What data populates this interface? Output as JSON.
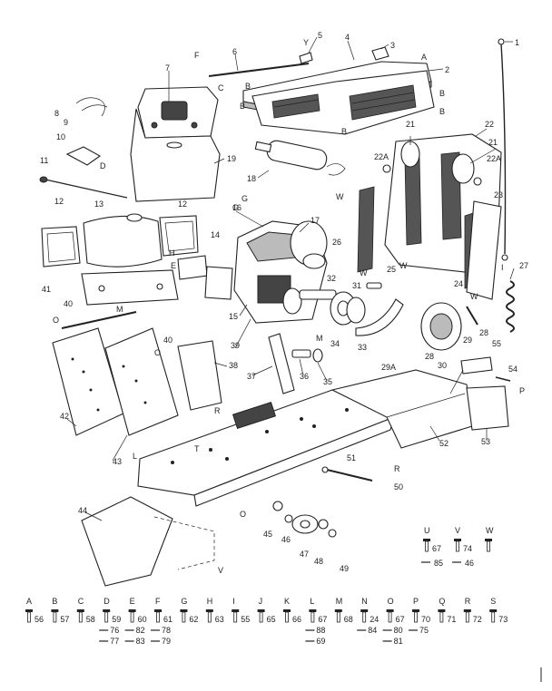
{
  "callouts": {
    "c1": "1",
    "c2": "2",
    "c3": "3",
    "c4": "4",
    "c5": "5",
    "c6": "6",
    "c7": "7",
    "c8": "8",
    "c9": "9",
    "c10": "10",
    "c11": "11",
    "c12a": "12",
    "c12b": "12",
    "c13": "13",
    "c14": "14",
    "c15": "15",
    "c16": "16",
    "c17": "17",
    "c18": "18",
    "c19": "19",
    "c21a": "21",
    "c21b": "21",
    "c22": "22",
    "c22a1": "22A",
    "c22a2": "22A",
    "c23": "23",
    "c24": "24",
    "c25": "25",
    "c26": "26",
    "c27": "27",
    "c28a": "28",
    "c28b": "28",
    "c29": "29",
    "c29a": "29A",
    "c30": "30",
    "c31": "31",
    "c32": "32",
    "c33": "33",
    "c34": "34",
    "c35": "35",
    "c36": "36",
    "c37": "37",
    "c38": "38",
    "c39": "39",
    "c40a": "40",
    "c40b": "40",
    "c41": "41",
    "c42": "42",
    "c43": "43",
    "c44": "44",
    "c45": "45",
    "c46": "46",
    "c47": "47",
    "c48": "48",
    "c49": "49",
    "c50": "50",
    "c51": "51",
    "c52": "52",
    "c53": "53",
    "c54": "54",
    "c55": "55"
  },
  "letters": {
    "A": "A",
    "B": "B",
    "C": "C",
    "D": "D",
    "E": "E",
    "F": "F",
    "G": "G",
    "H": "H",
    "I": "I",
    "L": "L",
    "M": "M",
    "O": "O",
    "P": "P",
    "R": "R",
    "T": "T",
    "V": "V",
    "W": "W",
    "Y": "Y"
  },
  "hardware_uvw": [
    {
      "letter": "U",
      "num": "67",
      "sub": "85"
    },
    {
      "letter": "V",
      "num": "74",
      "sub": "46"
    },
    {
      "letter": "W",
      "num": "",
      "sub": ""
    }
  ],
  "hardware_row": [
    {
      "letter": "A",
      "num": "56",
      "extra": []
    },
    {
      "letter": "B",
      "num": "57",
      "extra": []
    },
    {
      "letter": "C",
      "num": "58",
      "extra": []
    },
    {
      "letter": "D",
      "num": "59",
      "extra": [
        "76",
        "77"
      ]
    },
    {
      "letter": "E",
      "num": "60",
      "extra": [
        "82",
        "83"
      ]
    },
    {
      "letter": "F",
      "num": "61",
      "extra": [
        "78",
        "79"
      ]
    },
    {
      "letter": "G",
      "num": "62",
      "extra": []
    },
    {
      "letter": "H",
      "num": "63",
      "extra": []
    },
    {
      "letter": "I",
      "num": "55",
      "extra": []
    },
    {
      "letter": "J",
      "num": "65",
      "extra": []
    },
    {
      "letter": "K",
      "num": "66",
      "extra": []
    },
    {
      "letter": "L",
      "num": "67",
      "extra": [
        "88",
        "69"
      ]
    },
    {
      "letter": "M",
      "num": "68",
      "extra": []
    },
    {
      "letter": "N",
      "num": "24",
      "extra": [
        "84"
      ]
    },
    {
      "letter": "O",
      "num": "67",
      "extra": [
        "80",
        "81"
      ]
    },
    {
      "letter": "P",
      "num": "70",
      "extra": [
        "75"
      ]
    },
    {
      "letter": "Q",
      "num": "71",
      "extra": []
    },
    {
      "letter": "R",
      "num": "72",
      "extra": []
    },
    {
      "letter": "S",
      "num": "73",
      "extra": []
    }
  ]
}
